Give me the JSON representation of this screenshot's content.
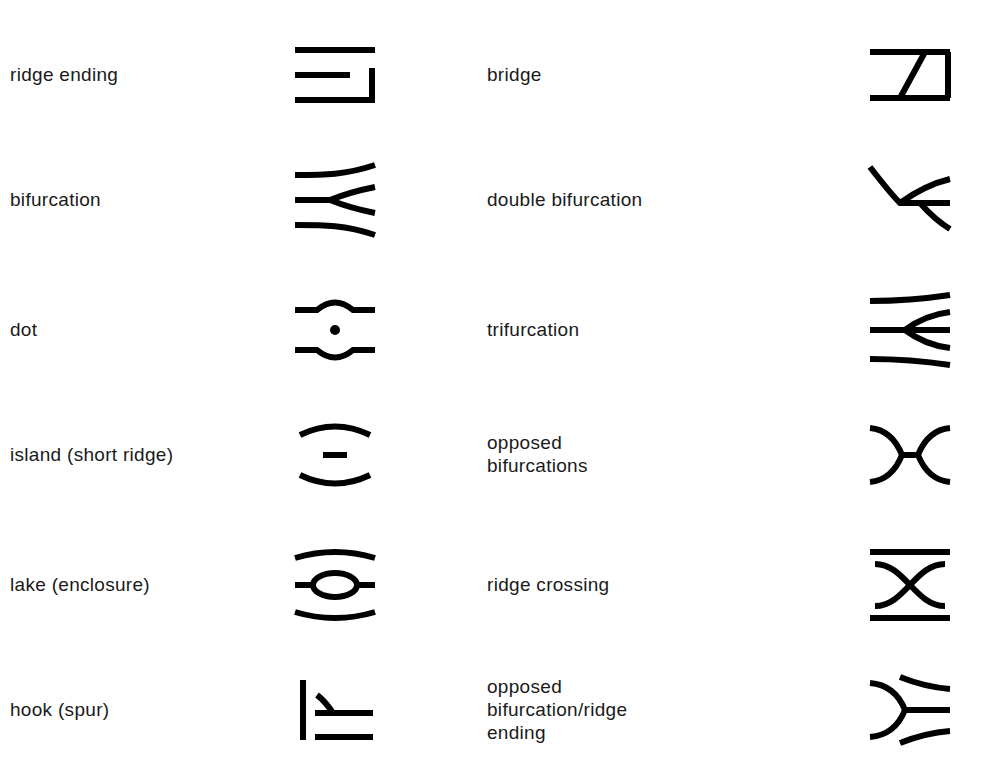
{
  "diagram": {
    "labels": [
      "ridge ending",
      "bifurcation",
      "dot",
      "island (short ridge)",
      "lake (enclosure)",
      "hook (spur)",
      "bridge",
      "double bifurcation",
      "trifurcation",
      "opposed bifurcations",
      "ridge crossing",
      "opposed bifurcation/ridge ending"
    ]
  }
}
